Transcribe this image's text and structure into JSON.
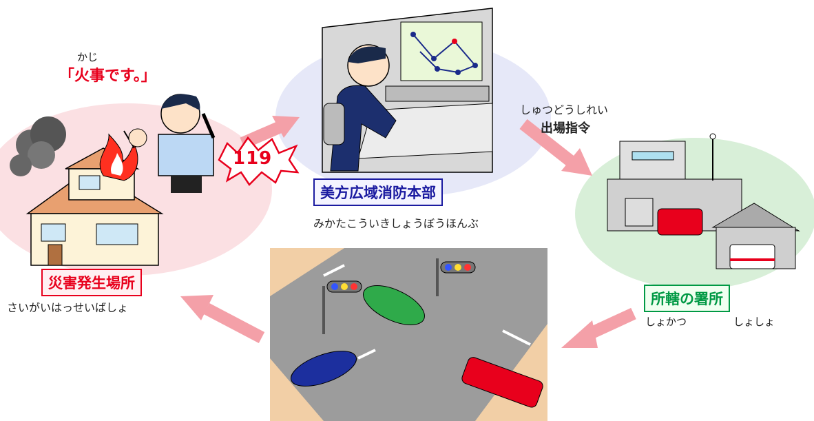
{
  "caller": {
    "quote_ruby": "かじ",
    "quote": "「火事です。」"
  },
  "call_number": "119",
  "headquarters": {
    "label": "美方広域消防本部",
    "reading": "みかたこういきしょうぼうほんぶ"
  },
  "dispatch": {
    "ruby": "しゅつどうしれい",
    "label": "出場指令"
  },
  "station": {
    "label": "所轄の署所",
    "reading_left": "しょかつ",
    "reading_right": "しょしょ"
  },
  "incident_site": {
    "label": "災害発生場所",
    "reading": "さいがいはっせいばしょ"
  },
  "colors": {
    "arrow": "#f4a0a8",
    "alert_red": "#e8001c",
    "hq_blue": "#1a1aa0",
    "station_green": "#009944"
  }
}
